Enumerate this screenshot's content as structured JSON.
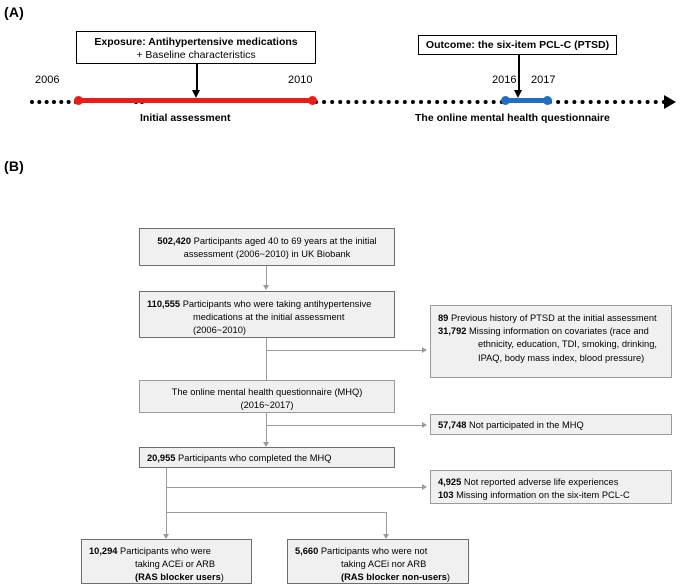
{
  "panels": {
    "a_label": "(A)",
    "b_label": "(B)"
  },
  "timeline": {
    "exposure_box": {
      "line1": "Exposure: Antihypertensive medications",
      "line2": "+ Baseline characteristics"
    },
    "outcome_box": {
      "line1": "Outcome: the six-item PCL-C (PTSD)"
    },
    "years": {
      "start_exposure": "2006",
      "end_exposure": "2010",
      "start_outcome": "2016",
      "end_outcome": "2017"
    },
    "segment_labels": {
      "exposure": "Initial assessment",
      "outcome": "The online mental health questionnaire"
    },
    "colors": {
      "exposure_segment": "#ef1b16",
      "outcome_segment": "#1f6fc4",
      "axis": "#000000"
    }
  },
  "flowchart": {
    "boxes": [
      {
        "id": "box-total-participants",
        "number": "502,420",
        "text": "Participants aged 40 to 69 years at the initial assessment (2006~2010) in UK Biobank"
      },
      {
        "id": "box-antihypertensive",
        "number": "110,555",
        "text": "Participants who were taking antihypertensive medications at the initial assessment (2006~2010)"
      },
      {
        "id": "box-mhq",
        "line1": "The online mental health questionnaire (MHQ)",
        "line2": "(2016~2017)"
      },
      {
        "id": "box-completed-mhq",
        "number": "20,955",
        "text": "Participants who completed the MHQ"
      },
      {
        "id": "box-ras-users",
        "number": "10,294",
        "line1": "Participants who were",
        "line2": "taking ACEi or ARB",
        "line3_bold": "(RAS blocker users",
        "line3_tail": ")"
      },
      {
        "id": "box-ras-nonusers",
        "number": "5,660",
        "line1": "Participants who were not",
        "line2": "taking ACEi nor ARB",
        "line3_bold": "(RAS blocker non-users",
        "line3_tail": ")"
      }
    ],
    "exclusions": [
      {
        "id": "excl-ptsd-covariates",
        "rows": [
          {
            "number": "89",
            "text": "Previous history of PTSD at the initial assessment"
          },
          {
            "number": "31,792",
            "text": "Missing information on covariates (race and ethnicity, education, TDI, smoking, drinking, IPAQ, body mass index, blood pressure)"
          }
        ]
      },
      {
        "id": "excl-not-participated",
        "rows": [
          {
            "number": "57,748",
            "text": "Not participated in the MHQ"
          }
        ]
      },
      {
        "id": "excl-adverse-missing",
        "rows": [
          {
            "number": "4,925",
            "text": "Not reported adverse life experiences"
          },
          {
            "number": "103",
            "text": "Missing information on the six-item PCL-C"
          }
        ]
      }
    ],
    "colors": {
      "box_fill": "#f0f0f0",
      "box_border": "#9a9a9a",
      "connector": "#9a9a9a"
    }
  }
}
